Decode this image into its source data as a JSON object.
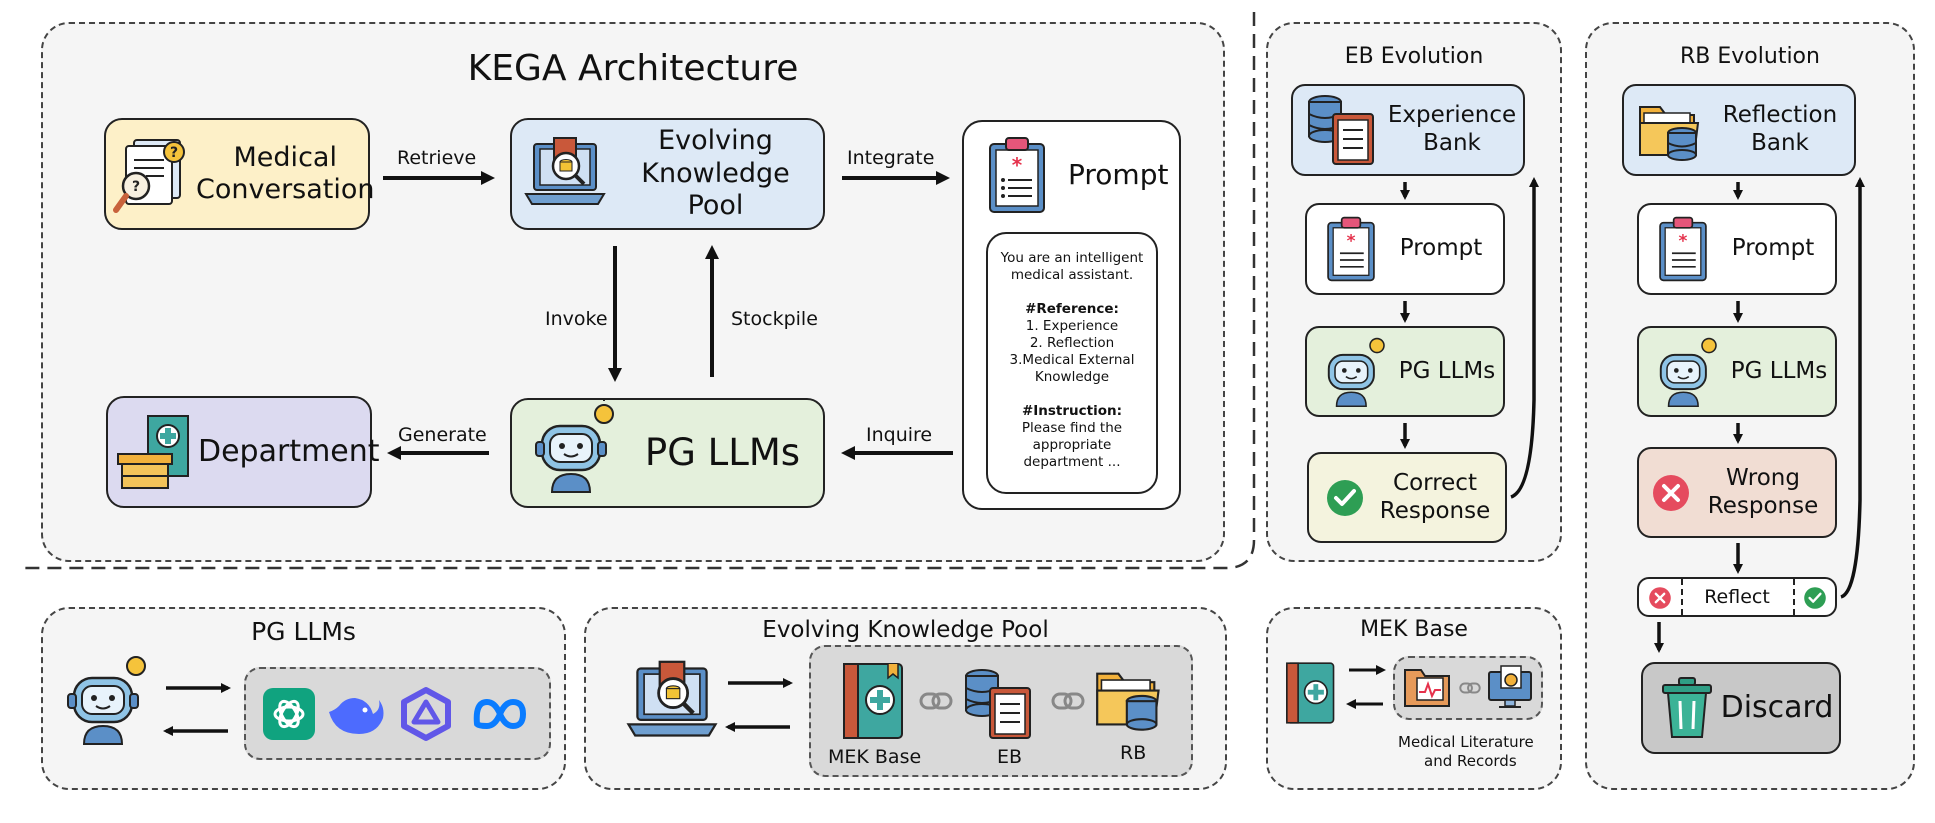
{
  "kega": {
    "title": "KEGA Architecture",
    "medical_conversation": "Medical Conversation",
    "evolving_pool": "Evolving Knowledge Pool",
    "prompt": "Prompt",
    "department": "Department",
    "pg_llms": "PG LLMs",
    "edges": {
      "retrieve": "Retrieve",
      "integrate": "Integrate",
      "invoke": "Invoke",
      "stockpile": "Stockpile",
      "generate": "Generate",
      "inquire": "Inquire"
    },
    "prompt_text": {
      "intro_1": "You are an intelligent",
      "intro_2": "medical assistant.",
      "reference_heading": "#Reference:",
      "ref_1": "1. Experience",
      "ref_2": "2. Reflection",
      "ref_3": "3.Medical External",
      "ref_3b": "Knowledge",
      "instruction_heading": "#Instruction:",
      "instr_1": "Please find the",
      "instr_2": "appropriate",
      "instr_3": "department ..."
    }
  },
  "eb": {
    "title": "EB Evolution",
    "experience_bank": "Experience Bank",
    "prompt": "Prompt",
    "pg_llms": "PG LLMs",
    "correct_response": "Correct Response"
  },
  "rb": {
    "title": "RB Evolution",
    "reflection_bank": "Reflection Bank",
    "prompt": "Prompt",
    "pg_llms": "PG LLMs",
    "wrong_response": "Wrong Response",
    "reflect": "Reflect",
    "discard": "Discard"
  },
  "pg_panel": {
    "title": "PG LLMs"
  },
  "ekp_panel": {
    "title": "Evolving Knowledge Pool",
    "mek_base": "MEK Base",
    "eb": "EB",
    "rb": "RB"
  },
  "mek_panel": {
    "title": "MEK Base",
    "caption_1": "Medical Literature",
    "caption_2": "and Records"
  },
  "colors": {
    "conversation_fill": "#fdf0c8",
    "pool_fill": "#dde9f6",
    "llm_fill": "#e4f0dc",
    "department_fill": "#dcdaf0",
    "correct_fill": "#f4f3de",
    "wrong_fill": "#f1ddd3",
    "discard_fill": "#c8c8c8",
    "check_green": "#2e9e54",
    "cross_red": "#e54b5e"
  }
}
